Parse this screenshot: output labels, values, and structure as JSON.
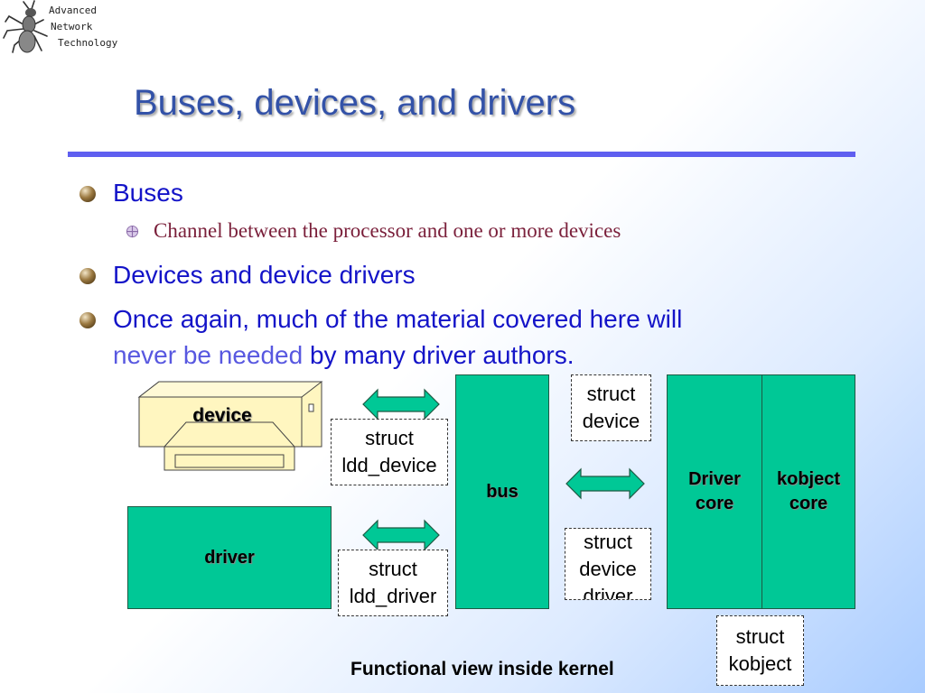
{
  "logo": {
    "lines": [
      "Advanced",
      "Network",
      "Technology"
    ]
  },
  "title": "Buses, devices, and drivers",
  "bullets": [
    {
      "text": "Buses",
      "sub": "Channel between the processor and one or more devices"
    },
    {
      "text": "Devices and device drivers"
    },
    {
      "text_before": "Once again, much of the material covered here will",
      "highlight": "never be needed",
      "text_after": " by many driver authors."
    }
  ],
  "diagram": {
    "device": "device",
    "driver": "driver",
    "bus": "bus",
    "driver_core": [
      "Driver",
      "core"
    ],
    "kobject_core": [
      "kobject",
      "core"
    ],
    "struct_device": [
      "struct",
      "device"
    ],
    "struct_ldd_device": [
      "struct",
      "ldd_device"
    ],
    "struct_ldd_driver": [
      "struct",
      "ldd_driver"
    ],
    "struct_device_driver": [
      "struct",
      "device",
      "driver"
    ],
    "struct_kobject": [
      "struct",
      "kobject"
    ],
    "caption": "Functional view inside kernel"
  },
  "colors": {
    "title": "#3352a8",
    "bullet": "#1414c8",
    "sub": "#7a1f3a",
    "box": "#00c896",
    "rule": "#5f5ff0"
  }
}
